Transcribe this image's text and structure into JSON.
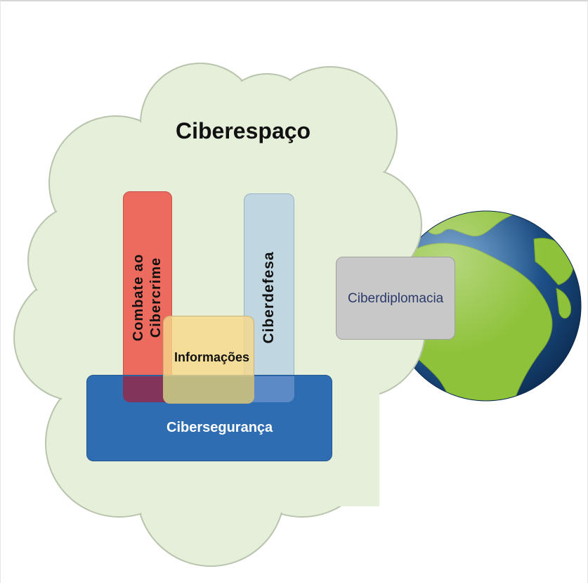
{
  "title": "Ciberespaço",
  "labels": {
    "combate": "Combate ao Cibercrime",
    "ciberdefesa": "Ciberdefesa",
    "informacoes": "Informações",
    "ciberseguranca": "Cibersegurança",
    "ciberdiplomacia": "Ciberdiplomacia"
  },
  "colors": {
    "cloud_fill": "#e5efd9",
    "cloud_stroke": "#b9c4ad",
    "combate": "#ec6b5e",
    "ciberdefesa": "#c3d6e2",
    "informacoes": "#f6d888",
    "ciberseguranca": "#2e6db2",
    "ciberdiplomacia": "#c8c8c8",
    "ocean": "#1d4f86",
    "land": "#8fc23b"
  },
  "icons": {
    "cloud": "cloud-shape",
    "globe": "earth-globe-icon"
  }
}
